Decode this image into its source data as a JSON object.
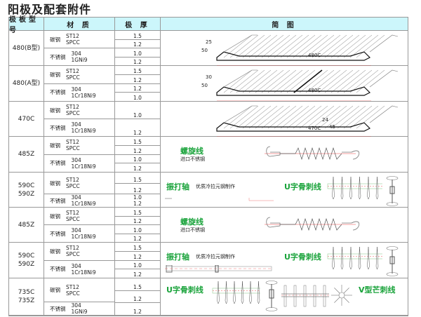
{
  "title": "阳极及配套附件",
  "headers": [
    "极板型号",
    "材 质",
    "极 厚",
    "简 图"
  ],
  "groups": [
    {
      "model": "480(B型)",
      "materials": [
        {
          "name": "碳钢",
          "grade": "ST12\nSPCC",
          "thick": [
            "1.5",
            "1.2"
          ]
        },
        {
          "name": "不锈钢",
          "grade": "304\n1GNi9",
          "thick": [
            "1.0",
            "1.2"
          ]
        }
      ],
      "diagram": {
        "type": "plate",
        "label": "480C",
        "dims": [
          "25",
          "50"
        ]
      }
    },
    {
      "model": "480(A型)",
      "materials": [
        {
          "name": "碳钢",
          "grade": "ST12\nSPCC",
          "thick": [
            "1.5",
            "1.2"
          ]
        },
        {
          "name": "不锈钢",
          "grade": "304\n1Cr18Ni9",
          "thick": [
            "1.2",
            "1.0"
          ]
        }
      ],
      "diagram": {
        "type": "plateA",
        "label": "480C",
        "dims": [
          "30",
          "50"
        ]
      }
    },
    {
      "model": "470C",
      "materials": [
        {
          "name": "碳钢",
          "grade": "ST12\nSPCC",
          "thick": [
            "1.0"
          ]
        },
        {
          "name": "不锈钢",
          "grade": "304\n1Cr18Ni9",
          "thick": [
            "1.2"
          ]
        }
      ],
      "diagram": {
        "type": "plate470",
        "label": "470C",
        "dims": [
          "24",
          "45"
        ]
      }
    },
    {
      "model": "485Z",
      "materials": [
        {
          "name": "碳钢",
          "grade": "ST12\nSPCC",
          "thick": [
            "1.5",
            "1.2"
          ]
        },
        {
          "name": "不锈钢",
          "grade": "304\n1Cr18Ni9",
          "thick": [
            "1.0",
            "1.2"
          ]
        }
      ],
      "diagram": {
        "type": "spiral",
        "title": "螺旋线",
        "sub": "进口不锈钢"
      }
    },
    {
      "model": "590C\n590Z",
      "materials": [
        {
          "name": "碳钢",
          "grade": "ST12\nSPCC",
          "thick": [
            "1.5",
            "1.2"
          ]
        },
        {
          "name": "不锈钢",
          "grade": "304\n1Cr18Ni9",
          "thick": [
            "1.0\n1.2"
          ]
        }
      ],
      "diagram": {
        "type": "shaft",
        "title": "振打轴",
        "sub": "优质冷拉元钢制作",
        "title2": "U字骨刺线"
      }
    },
    {
      "model": "485Z",
      "materials": [
        {
          "name": "碳钢",
          "grade": "ST12\nSPCC",
          "thick": [
            "1.5",
            "1.2"
          ]
        },
        {
          "name": "不锈钢",
          "grade": "304\n1Cr18Ni9",
          "thick": [
            "1.0",
            "1.2"
          ]
        }
      ],
      "diagram": {
        "type": "spiral",
        "title": "螺旋线",
        "sub": "进口不锈钢"
      }
    },
    {
      "model": "590C\n590Z",
      "materials": [
        {
          "name": "碳钢",
          "grade": "ST12\nSPCC",
          "thick": [
            "1.5",
            "1.2"
          ]
        },
        {
          "name": "不锈钢",
          "grade": "304\n1Cr18Ni9",
          "thick": [
            "1.0",
            "1.2"
          ]
        }
      ],
      "diagram": {
        "type": "shaft2",
        "title": "振打轴",
        "sub": "优质冷拉元钢制作",
        "title2": "U字骨刺线"
      }
    },
    {
      "model": "735C\n735Z",
      "materials": [
        {
          "name": "碳钢",
          "grade": "ST12\nSPCC",
          "thick": [
            "1.5",
            "1.2"
          ]
        },
        {
          "name": "不锈钢",
          "grade": "304\n1GNi9",
          "thick": [
            "1.2"
          ]
        }
      ],
      "diagram": {
        "type": "uv",
        "title": "U字骨刺线",
        "title2": "V型芒刺线"
      }
    }
  ]
}
